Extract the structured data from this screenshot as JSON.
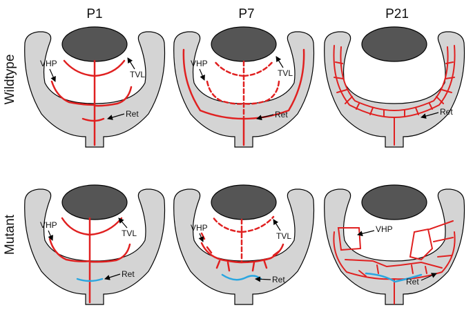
{
  "columns": [
    "P1",
    "P7",
    "P21"
  ],
  "rows": [
    "Wildtype",
    "Mutant"
  ],
  "labels": {
    "vhp": "VHP",
    "tvl": "TVL",
    "ret": "Ret"
  },
  "colors": {
    "eyecup": "#d4d4d4",
    "lens": "#555555",
    "vessel": "#e02020",
    "retina_vessel_mutant": "#2aa6e0",
    "outline": "#000000"
  }
}
